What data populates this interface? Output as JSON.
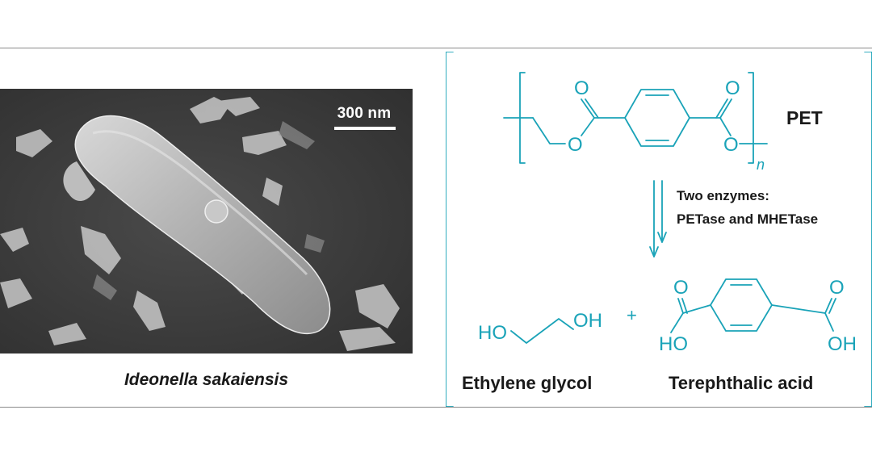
{
  "micrograph": {
    "scale_bar_label": "300 nm",
    "caption": "Ideonella sakaiensis"
  },
  "reaction": {
    "reactant_label": "PET",
    "enzyme_line_1": "Two enzymes:",
    "enzyme_line_2": "PETase and MHETase",
    "product_1_name": "Ethylene glycol",
    "product_2_name": "Terephthalic acid",
    "plus_sign": "+",
    "atom_labels": {
      "o": "O",
      "oh": "OH",
      "ho": "HO",
      "n": "n"
    }
  },
  "colors": {
    "accent": "#1aa3b8",
    "frame": "#1aa3b8"
  }
}
